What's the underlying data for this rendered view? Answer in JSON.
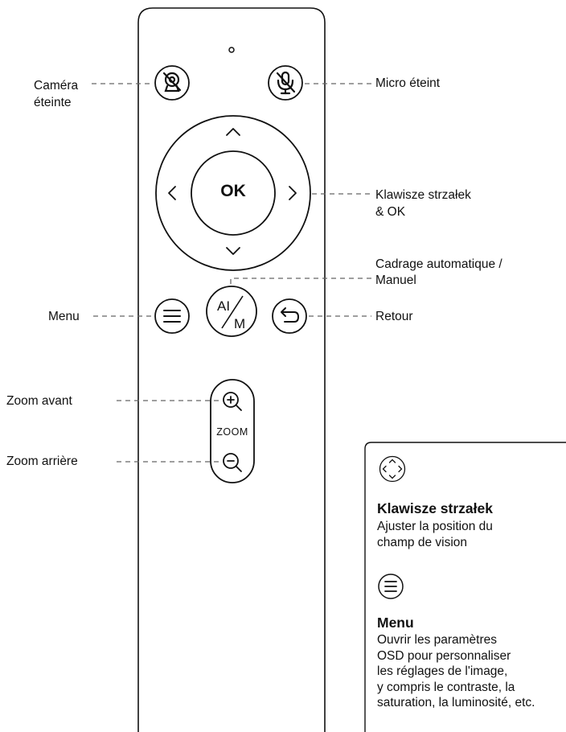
{
  "remote": {
    "ok_label": "OK",
    "ai_top": "AI",
    "ai_bottom": "M",
    "zoom_label": "ZOOM"
  },
  "labels": {
    "camera_line1": "Caméra",
    "camera_line2": "éteinte",
    "micro": "Micro éteint",
    "arrows_line1": "Klawisze strzałek",
    "arrows_line2": "& OK",
    "auto_line1": "Cadrage automatique /",
    "auto_line2": "Manuel",
    "menu": "Menu",
    "back": "Retour",
    "zoom_in": "Zoom avant",
    "zoom_out": "Zoom arrière"
  },
  "info": {
    "arrows_title": "Klawisze strzałek",
    "arrows_desc": [
      "Ajuster la position du",
      "champ de vision"
    ],
    "menu_title": "Menu",
    "menu_desc": [
      "Ouvrir les paramètres",
      "OSD pour personnaliser",
      "les réglages de l'image,",
      "y compris le contraste, la",
      "saturation, la luminosité, etc."
    ]
  },
  "icons": {
    "camera_off": "camera-off-icon",
    "mic_off": "mic-off-icon",
    "menu": "hamburger-icon",
    "back": "back-arrow-icon",
    "zoom_in": "zoom-in-icon",
    "zoom_out": "zoom-out-icon",
    "dpad": "dpad-icon"
  },
  "colors": {
    "stroke": "#111111",
    "leader": "#777777"
  }
}
